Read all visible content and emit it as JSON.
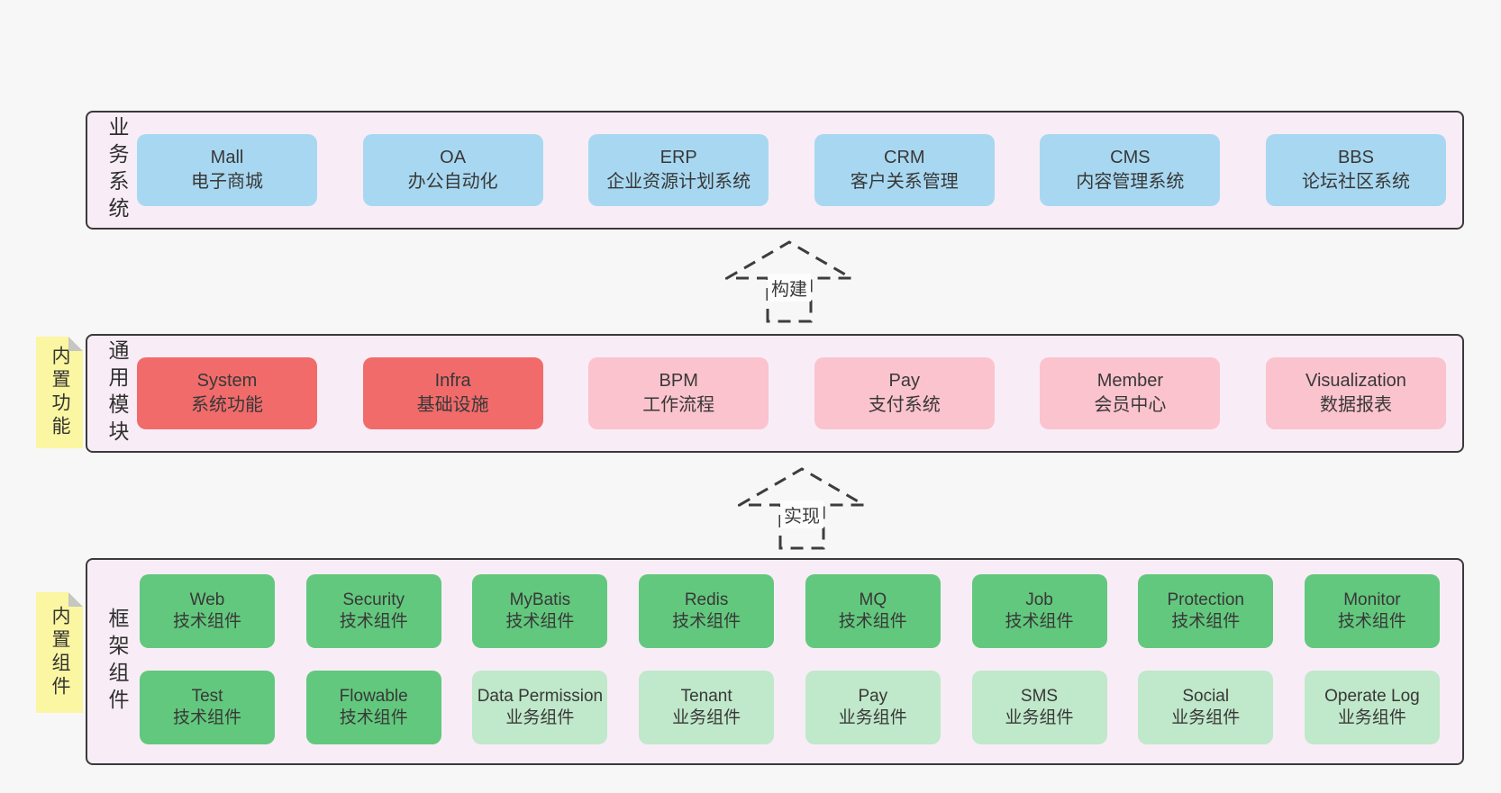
{
  "colors": {
    "page_bg": "#f7f7f7",
    "band_bg": "#f8edf6",
    "band_border": "#3a3a3a",
    "blue_box": "#a8d8f1",
    "red_box": "#f16b6b",
    "pink_box": "#fbc3cd",
    "green_box": "#62c87d",
    "light_green_box": "#c0e8ca",
    "sticky_bg": "#fbf6a1"
  },
  "arrows": [
    {
      "label": "构建"
    },
    {
      "label": "实现"
    }
  ],
  "bands": [
    {
      "label": "业务系统",
      "boxes": [
        {
          "name": "Mall",
          "desc": "电子商城"
        },
        {
          "name": "OA",
          "desc": "办公自动化"
        },
        {
          "name": "ERP",
          "desc": "企业资源计划系统"
        },
        {
          "name": "CRM",
          "desc": "客户关系管理"
        },
        {
          "name": "CMS",
          "desc": "内容管理系统"
        },
        {
          "name": "BBS",
          "desc": "论坛社区系统"
        }
      ]
    },
    {
      "label": "通用模块",
      "sticky": "内置功能",
      "boxes": [
        {
          "name": "System",
          "desc": "系统功能"
        },
        {
          "name": "Infra",
          "desc": "基础设施"
        },
        {
          "name": "BPM",
          "desc": "工作流程"
        },
        {
          "name": "Pay",
          "desc": "支付系统"
        },
        {
          "name": "Member",
          "desc": "会员中心"
        },
        {
          "name": "Visualization",
          "desc": "数据报表"
        }
      ]
    },
    {
      "label": "框架组件",
      "sticky": "内置组件",
      "rows": [
        [
          {
            "name": "Web",
            "desc": "技术组件"
          },
          {
            "name": "Security",
            "desc": "技术组件"
          },
          {
            "name": "MyBatis",
            "desc": "技术组件"
          },
          {
            "name": "Redis",
            "desc": "技术组件"
          },
          {
            "name": "MQ",
            "desc": "技术组件"
          },
          {
            "name": "Job",
            "desc": "技术组件"
          },
          {
            "name": "Protection",
            "desc": "技术组件"
          },
          {
            "name": "Monitor",
            "desc": "技术组件"
          }
        ],
        [
          {
            "name": "Test",
            "desc": "技术组件"
          },
          {
            "name": "Flowable",
            "desc": "技术组件"
          },
          {
            "name": "Data Permission",
            "desc": "业务组件"
          },
          {
            "name": "Tenant",
            "desc": "业务组件"
          },
          {
            "name": "Pay",
            "desc": "业务组件"
          },
          {
            "name": "SMS",
            "desc": "业务组件"
          },
          {
            "name": "Social",
            "desc": "业务组件"
          },
          {
            "name": "Operate Log",
            "desc": "业务组件"
          }
        ]
      ]
    }
  ]
}
